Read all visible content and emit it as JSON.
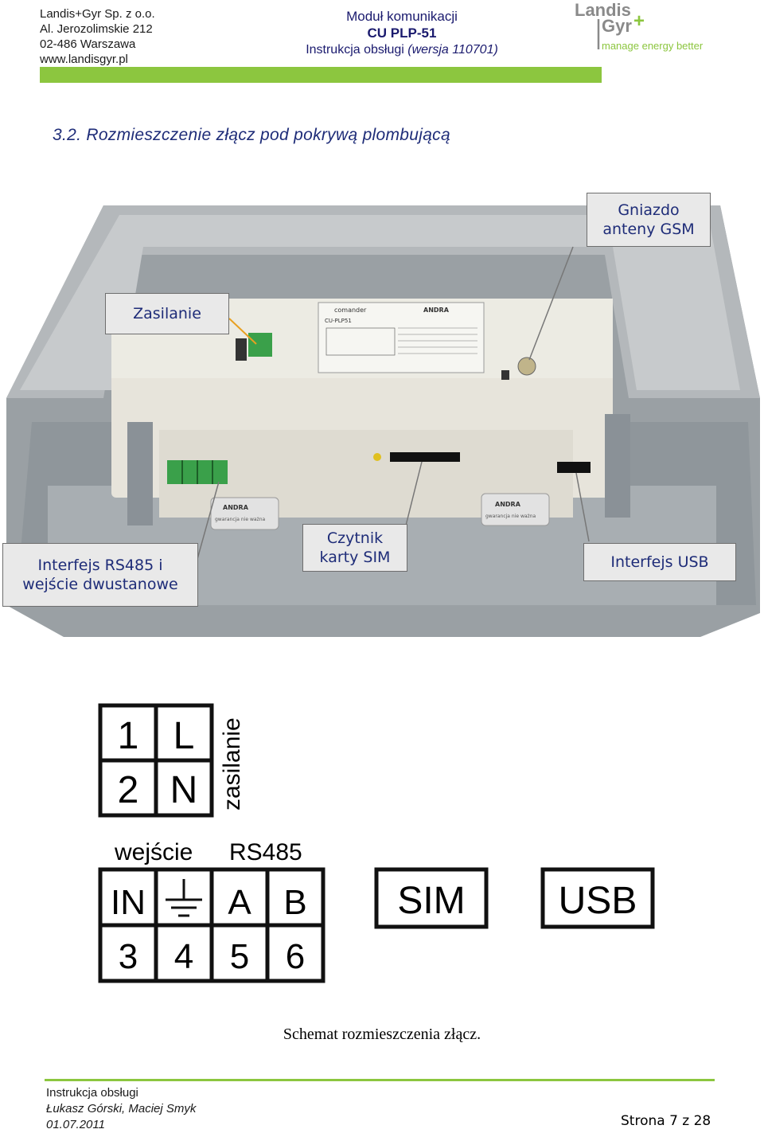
{
  "header": {
    "company": "Landis+Gyr Sp. z o.o.",
    "street": "Al. Jerozolimskie 212",
    "city": "02-486 Warszawa",
    "website": "www.landisgyr.pl",
    "module_title": "Moduł komunikacji",
    "product": "CU PLP-51",
    "manual_label": "Instrukcja obsługi ",
    "version": "(wersja 110701)"
  },
  "logo": {
    "line1": "Landis",
    "line2": "Gyr",
    "plus": "+",
    "tagline": "manage energy better",
    "brand_color": "#8cc63f"
  },
  "section": {
    "title": "3.2. Rozmieszczenie złącz pod pokrywą plombującą"
  },
  "callouts": {
    "antenna_line1": "Gniazdo",
    "antenna_line2": "anteny GSM",
    "power": "Zasilanie",
    "rs485_line1": "Interfejs RS485 i",
    "rs485_line2": "wejście dwustanowe",
    "sim_line1": "Czytnik",
    "sim_line2": "karty SIM",
    "usb": "Interfejs USB"
  },
  "device_labels": {
    "brand": "comander",
    "model": "CU-PLP51",
    "andra": "ANDRA",
    "warranty": "gwarancja nie ważna"
  },
  "schematic": {
    "power_grid": [
      [
        "1",
        "L"
      ],
      [
        "2",
        "N"
      ]
    ],
    "power_label": "zasilanie",
    "input_label": "wejście",
    "rs485_label": "RS485",
    "io_top": [
      "IN",
      "",
      "A",
      "B"
    ],
    "io_bottom": [
      "3",
      "4",
      "5",
      "6"
    ],
    "sim_box": "SIM",
    "usb_box": "USB"
  },
  "caption": "Schemat rozmieszczenia złącz.",
  "footer": {
    "doc": "Instrukcja obsługi",
    "authors": "Łukasz Górski, Maciej Smyk",
    "date": "01.07.2011",
    "page": "Strona 7 z 28"
  }
}
